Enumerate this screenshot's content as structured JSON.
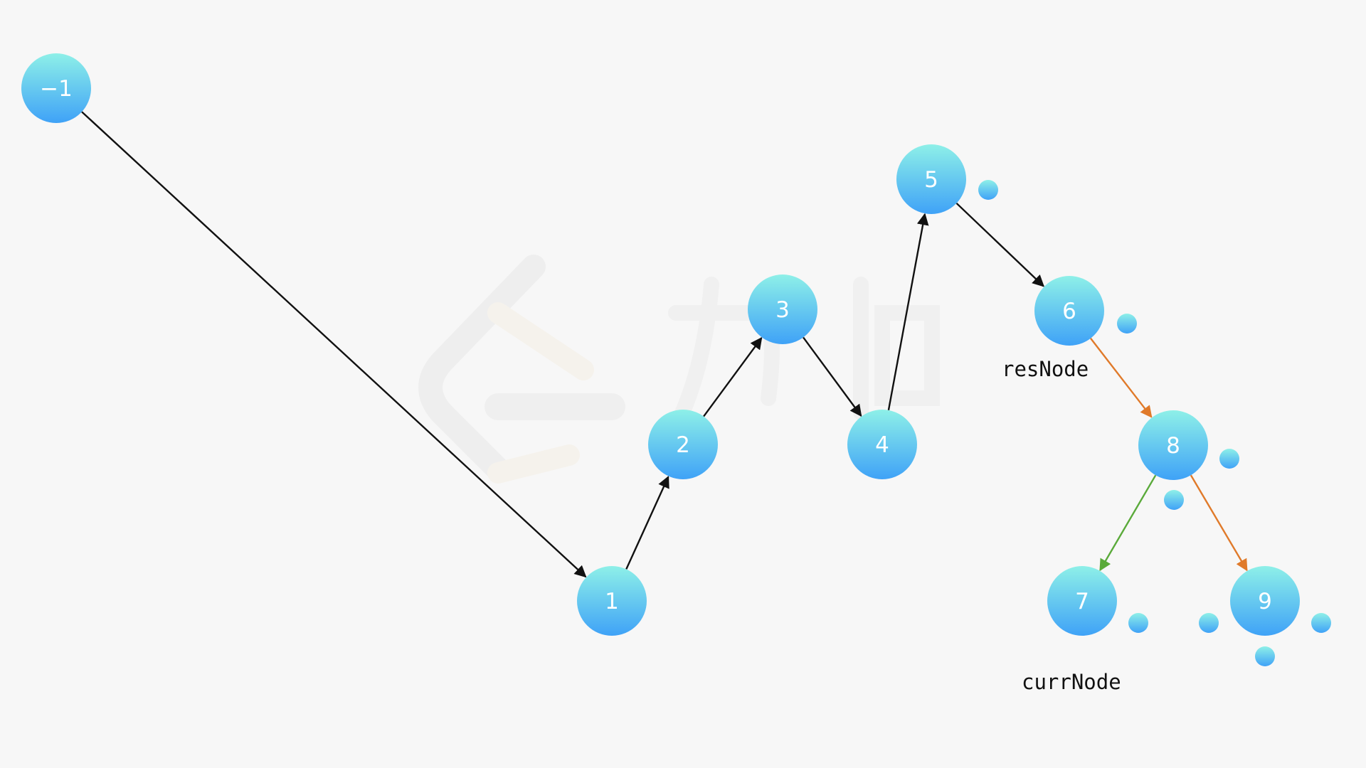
{
  "nodes": [
    {
      "id": "n-1",
      "label": "−1"
    },
    {
      "id": "n1",
      "label": "1"
    },
    {
      "id": "n2",
      "label": "2"
    },
    {
      "id": "n3",
      "label": "3"
    },
    {
      "id": "n4",
      "label": "4"
    },
    {
      "id": "n5",
      "label": "5"
    },
    {
      "id": "n6",
      "label": "6"
    },
    {
      "id": "n7",
      "label": "7"
    },
    {
      "id": "n8",
      "label": "8"
    },
    {
      "id": "n9",
      "label": "9"
    }
  ],
  "edges": [
    {
      "from": "n-1",
      "to": "n1",
      "color": "#111111"
    },
    {
      "from": "n1",
      "to": "n2",
      "color": "#111111"
    },
    {
      "from": "n2",
      "to": "n3",
      "color": "#111111"
    },
    {
      "from": "n3",
      "to": "n4",
      "color": "#111111"
    },
    {
      "from": "n4",
      "to": "n5",
      "color": "#111111"
    },
    {
      "from": "n5",
      "to": "n6",
      "color": "#111111"
    },
    {
      "from": "n6",
      "to": "n8",
      "color": "#e07a2a"
    },
    {
      "from": "n8",
      "to": "n7",
      "color": "#5aaa3a"
    },
    {
      "from": "n8",
      "to": "n9",
      "color": "#e07a2a"
    }
  ],
  "pointers": {
    "res_node": "resNode",
    "curr_node": "currNode"
  },
  "colors": {
    "background": "#f7f7f7",
    "node_top": "#8ef0e8",
    "node_bottom": "#3fa2f7",
    "tree_edge": "#111111",
    "orange_edge": "#e07a2a",
    "green_edge": "#5aaa3a"
  }
}
